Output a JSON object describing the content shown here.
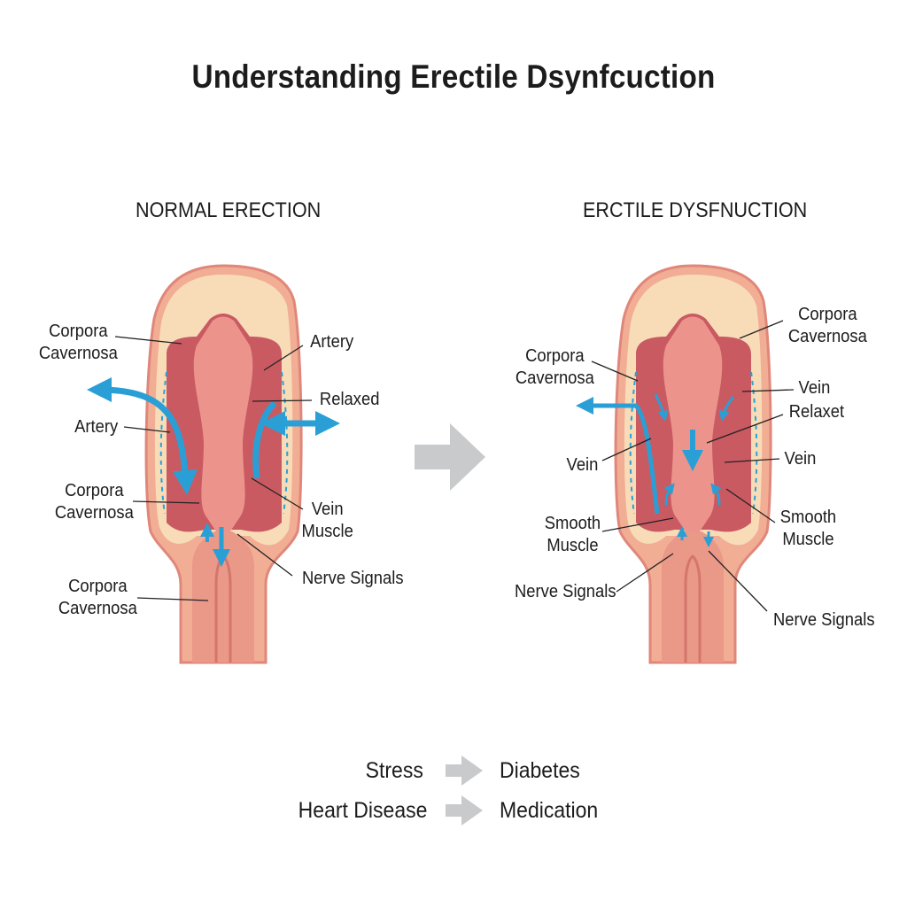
{
  "title": "Understanding Erectile Dsynfcuction",
  "left_panel": {
    "heading": "NORMAL ERECTION",
    "labels": {
      "corpora_top": [
        "Corpora",
        "Cavernosa"
      ],
      "artery_right": "Artery",
      "relaxed": "Relaxed",
      "artery_left": "Artery",
      "corpora_mid": [
        "Corpora",
        "Cavernosa"
      ],
      "vein_muscle": [
        "Vein",
        "Muscle"
      ],
      "nerve_signals": "Nerve Signals",
      "corpora_bottom": [
        "Corpora",
        "Cavernosa"
      ]
    }
  },
  "right_panel": {
    "heading": "ERCTILE DYSFNUCTION",
    "labels": {
      "corpora_right": [
        "Corpora",
        "Cavernosa"
      ],
      "corpora_left": [
        "Corpora",
        "Cavernosa"
      ],
      "vein_top": "Vein",
      "relaxet": "Relaxet",
      "vein_left": "Vein",
      "vein_right": "Vein",
      "smooth_muscle_left": [
        "Smooth",
        "Muscle"
      ],
      "smooth_muscle_right": [
        "Smooth",
        "Muscle"
      ],
      "nerve_signals_left": "Nerve Signals",
      "nerve_signals_right": "Nerve Signals"
    }
  },
  "causes": [
    {
      "from": "Stress",
      "to": "Diabetes"
    },
    {
      "from": "Heart Disease",
      "to": "Medication"
    }
  ],
  "colors": {
    "flow": "#2a9fd6",
    "arrow": "#c8cacc",
    "skin": "#f2ad95",
    "tissue": "#c95a62",
    "fat": "#f8dcb8"
  }
}
